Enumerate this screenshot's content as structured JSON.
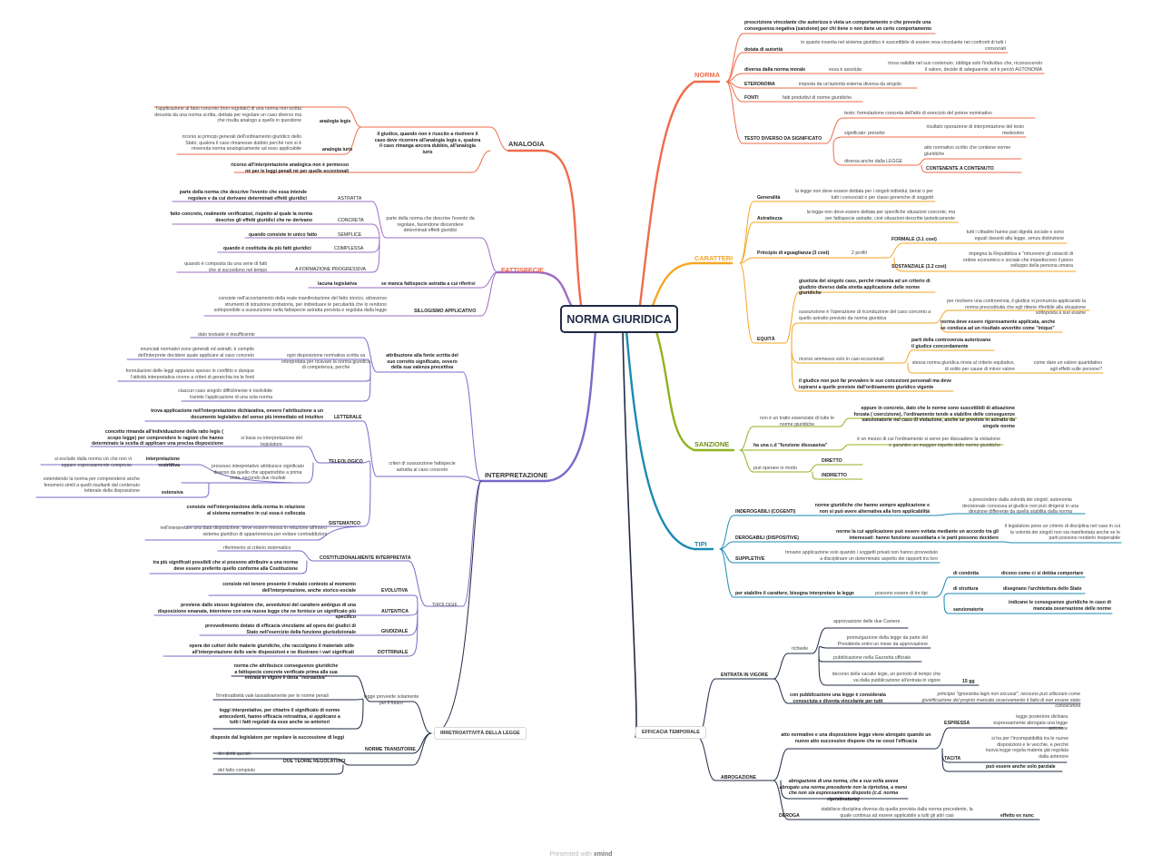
{
  "root": "NORMA GIURIDICA",
  "footer": {
    "prefix": "Presented with",
    "brand": "xmind"
  },
  "colors": {
    "norma": "#ef6b4a",
    "caratteri": "#f5a623",
    "sanzione": "#8fb31d",
    "tipi": "#1a8bb3",
    "efficacia": "#1f2a44",
    "analogia": "#ef6b4a",
    "fattispecie": "#9d6cc4",
    "interpretazione": "#7b68c8",
    "irretroattivita": "#1f2a44"
  },
  "norma": {
    "title": "NORMA",
    "def": "prescrizione vincolante che autorizza o vieta un comportamento o che prevede una conseguenza negativa (sanzione) per chi tiene o non tiene un certo comportamento",
    "autorita": "dotata di autorità",
    "autorita_desc": "in quanto inserita nel sistema giuridico è suscettibile di essere resa vincolante nei confronti di tutti i consociati",
    "morale": "diversa dalla norma morale",
    "assoluta": "essa è assoluta",
    "assoluta_desc": "trova validità nel suo contenuto, obbliga solo l'individuo che, riconoscendo il valore, decide di adeguarvisi, ed è perciò AUTONOMA",
    "eteronoma": "ETERONOMA",
    "eteronoma_desc": "imposta da un'autorità esterna diversa da singolo",
    "fonti": "FONTI",
    "fonti_desc": "fatti produttivi di norme giuridiche",
    "testo": "TESTO DIVERSO DA SIGNIFICATO",
    "testo1": "testo: formulazione concreta dell'atto di esercizio del potere nominativo",
    "significato": "significato: precetto",
    "significato_desc": "risultato operazione di interpretazione del testo medesimo",
    "legge": "diversa anche dalla LEGGE",
    "legge_desc": "atto normativo scritto che contiene norme giuridiche",
    "contenente": "CONTENENTE A CONTENUTO"
  },
  "caratteri": {
    "title": "CARATTERI",
    "generalita": "Generalità",
    "generalita_desc": "la legge non deve essere dettata per i singoli individui, bensì o per tutti i consociati o per classi generiche di soggetti",
    "astrattezza": "Astrattezza",
    "astrattezza_desc": "la legge non deve essere dettata per specifiche situazioni concrete, ma per fattispecie astratte, cioè situazioni descritte ipoteticamente",
    "eguaglianza": "Principio di eguaglianza (3 cost)",
    "profili": "2 profili",
    "formale": "FORMALE (3.1 cost)",
    "formale_desc": "tutti i cittadini hanno pari dignità sociale e sono eguali davanti alla legge, senza distinzione",
    "sostanziale": "SOSTANZIALE (3.2 cost)",
    "sostanziale_desc": "impegna la Repubblica a \"rimuovere gli ostacoli di ordine economico e sociale che impediscono il pieno sviluppo della persona umana",
    "equita": "EQUITÀ",
    "equita1": "giustizia del singolo caso, perché rimanda ad un criterio di giudizio diverso dalla stretta applicazione delle norme giuridiche",
    "equita2": "sussunzione è l'operazione di riconduzione del caso concreto a quello astratto previsto da norma giuridica",
    "equita2a": "per risolvere una controversia, il giudice si pronuncia applicando la norma precostituita che egli ritiene riferibile alla situazione sottoposta a suo esame",
    "equita2b": "norma deve essere rigorosamente applicata, anche se conduca ad un risultato avvertito come \"iniquo\"",
    "equita3": "ricorso ammesso solo in casi eccezionali",
    "equita3a": "parti della controversia autorizzano il giudice concordamente",
    "equita3b": "stessa norma giuridica rinvia al criterio equitativo, di solito per cause di minor valore",
    "equita3c": "come dare un valore quantitativo agli effetti sulle persone?",
    "equita4": "il giudice non può far prevalere le sue concezioni personali ma deve ispirarsi a quelle previste dall'ordinamento giuridico vigente"
  },
  "sanzione": {
    "title": "SANZIONE",
    "s1": "non è un tratto essenziale di tutte le norme giuridiche",
    "s1a": "eppure in concreto, dato che le norme sono suscettibili di attuazione forzata ( coercizione), l'ordinamento tende a stabilire delle conseguenze sanzionatorie nel caso di violazione, anche se previste in astratto da singole norme",
    "s2": "ha una c.d \"funzione dissuasiva\"",
    "s2a": "è un mezzo di cui l'ordinamento si serve per dissuadere la violazione e garantire un maggior rispetto delle norme giuridiche",
    "s3": "può operare in modo",
    "diretto": "DIRETTO",
    "indiretto": "INDIRETTO"
  },
  "tipi": {
    "title": "TIPI",
    "indero": "INDEROGABILI (COGENTI)",
    "indero_desc": "norme giuridiche che hanno sempre applicazione e non si può avere alternativa alla loro applicabilità",
    "indero_more": "a prescindere dalla volontà dei singoli; autonomia decisionale concessa al giudice non può dirigersi in una direzione differente da quella stabilita dalla norma",
    "dero": "DEROGABILI (DISPOSITIVE)",
    "dero_desc": "norme la cui applicazione può essere evitata mediante un accordo tra gli interessati: hanno funzione sussidiaria e le parti possono decidere",
    "dero_more": "il legislatore pone un criterio di disciplina nel caso in cui la volontà dei singoli non sia manifestata anche se le parti possono renderlo inoperabile",
    "supp": "SUPPLETIVE",
    "supp_desc": "trovano applicazione solo quando i soggetti privati non hanno provveduto a disciplinare un determinato aspetto dei rapporti tra loro",
    "carattere": "per stabilire il carattere, bisogna interpretare la legge",
    "trestipi": "possono essere di tre tipi",
    "condotta": "di condotta",
    "condotta_desc": "dicono come ci si debba comportare",
    "struttura": "di struttura",
    "struttura_desc": "disegnano l'architettura dello Stato",
    "sanzionatorie": "sanzionatorie",
    "sanzionatorie_desc": "indicano le conseguenze giuridiche in caso di mancata osservazione delle norme"
  },
  "efficacia": {
    "title": "EFFICACIA TEMPORALE",
    "entrata": "ENTRATA IN VIGORE",
    "richiede": "richiede",
    "r1": "approvazione delle due Camere",
    "r2": "promulgazione della legge da parte del Presidente entro un mese da approvazione",
    "r3": "pubblicazione nella Gazzetta ufficiale",
    "r4": "decorso della vacatio legis, un periodo di tempo che va dalla pubblicazione all'entrata in vigore",
    "r4a": "15 gg",
    "pubblicazione": "con pubblicazione una legge è considerata conosciuta e diventa vincolante per tutti",
    "ignorantia": "principio \"ignorantia legis non excusat\", nessuno può utilizzare come giustificazione del proprio mancato osservamento il fatto di non essere stato conoscenza",
    "abrogazione": "ABROGAZIONE",
    "ab1": "atto normativo e una disposizione legge viene abrogato quando un nuovo atto successivo dispone che ne cessi l'efficacia",
    "espressa": "ESPRESSA",
    "espressa_desc": "legge posteriore dichiara espressamente abrogata una legge anteriore",
    "tacita": "TACITA",
    "tacita_desc": "si ha per l'incompatibilità tra le nuove disposizioni e le vecchie, e perché nuova legge regola materia già regolata dalla anteriore",
    "parziale": "può essere anche solo parziale",
    "ab2": "abrogazione di una norma, che a sua volta aveva abrogato una norma precedente non la ripristina, a meno che non sia espressamente disposto (c.d. norma ripristinatoria)",
    "deroga": "DEROGA",
    "deroga_desc": "stabilisce disciplina diversa da quella prevista dalla norma precedente, la quale continua ad essere applicabile a tutti gli altri casi",
    "effetto": "effetto ex nunc"
  },
  "analogia": {
    "title": "ANALOGIA",
    "main": "il giudice, quando non è riuscito a risolvere il caso deve ricorrere all'analogia legis e, qualora il caso rimanga ancora dubbio, all'analogia iuris",
    "legis": "analogia legis",
    "legis_desc": "l'applicazione al fatto concreto (non regolato) di una norma non scritta desunta da una norma scritta, dettata per regolare un caso diverso ma che risulta analogo a quello in questione",
    "iuris": "analogia iuris",
    "iuris_desc": "ricorso ai principi generali dell'ordinamento giuridico dello Stato, qualora il caso rimanesse dubbio perché non si è rinvenuta norma analogicamente ad esso applicabile",
    "penali": "ricorso all'interpretazione analogica non è permesso né per le leggi penali né per quelle eccezionali"
  },
  "fattispecie": {
    "title": "FATTISPECIE",
    "main": "parte della norma che descrive l'evento da regolare, facendone discendere determinati effetti giuridici",
    "astratta": "ASTRATTA",
    "astratta_desc": "parte della norma che descrive l'evento che essa intende regolare e da cui derivano determinati effetti giuridici",
    "concreta": "CONCRETA",
    "concreta_desc": "fatto concreto, realmente verificatosi, rispetto al quale la norma descrive gli effetti giuridici che ne derivano",
    "semplice": "SEMPLICE",
    "semplice_desc": "quando consiste in unico fatto",
    "complessa": "COMPLESSA",
    "complessa_desc": "quando è costituita da più fatti giuridici",
    "progressiva": "A FORMAZIONE PROGRESSIVA",
    "progressiva_desc": "quando è composta da una serie di fatti che si succedono nel tempo",
    "lacuna": "lacuna legislativa",
    "lacuna_desc": "se manca fattispecie astratta a cui riferirsi",
    "sillogismo": "SILLOGISMO APPLICATIVO",
    "sillogismo_desc": "consiste nell'accertamento della reale manifestazione del fatto storico, attraverso strumenti di istruzione probatoria, per individuare le peculiarità che lo rendono sottoponibile a sussunzione nella fattispecie astratta prevista e regolata dalla legge"
  },
  "interpretazione": {
    "title": "INTERPRETAZIONE",
    "attribuzione": "attribuzione alla fonte scritta del suo corretto significato, ovvero della sua valenza precettiva",
    "ogni": "ogni disposizione normativa scritta va interpretata per ricavare la norma giuridica di competenza, perché",
    "o1": "dato testuale è insufficiente",
    "o2": "enunciati normativi sono generali ed astratti, è compito dell'interprete decidere quale applicare al caso concreto",
    "o3": "formulazioni delle leggi appaiono spesso in conflitto e dunque l'attività interpretativa ricorre a criteri di gerarchia tra le fonti",
    "o4": "ciascun caso singolo difficilmente è risolvibile tramite l'applicazione di una sola norma",
    "criteri": "criteri di sussunzione fattispecie astratta al caso concreto",
    "letterale": "LETTERALE",
    "letterale_desc": "trova applicazione nell'interpretazione dichiarativa, ovvero l'attribuzione a un documento legislativo del senso più immediato ed intuitivo",
    "teleologico": "TELEOLOGICO",
    "tel1": "si basa su interpretazione del legislatore",
    "tel1a": "concetto rimanda all'individuazione della ratio legis ( scopo legge) per comprendere le ragioni che hanno determinato la scelta di applicare una precisa disposizione",
    "tel2": "processo interpretativo attribuisce significato diverso da quello che apparirebbe a prima vista, secondo due risultati",
    "restrittiva": "interpretazione restrittiva",
    "restrittiva_desc": "si esclude dalla norma ciò che non vi appare espressamente compreso",
    "estensiva": "estensiva",
    "estensiva_desc": "estendendo la norma per comprendervi anche fenomeni simili a quelli risultanti dal contenuto letterale della disposizione",
    "sistematico": "SISTEMATICO",
    "sis1": "consiste nell'interpretazione della norma in relazione al sistema normativo in cui essa è collocata",
    "sis2": "nell'interpretare una data disposizione, deve essere messa in relazione all'intero sistema giuridico di appartenenza per evitare contraddizioni",
    "tipologie": "TIPOLOGIE",
    "cost": "COSTITUZIONALMENTE INTERPRETATA",
    "cost1": "riferimento al criterio sistematico",
    "cost2": "tra più significati possibili che si possono attribuire a una norma deve essere preferito quello conforme alla Costituzione",
    "evolutiva": "EVOLUTIVA",
    "evolutiva_desc": "consiste nel tenere presente il mutato contesto al momento dell'interpretazione, anche storico-sociale",
    "autentica": "AUTENTICA",
    "autentica_desc": "proviene dallo stesso legislatore che, avvedutosi del carattere ambiguo di una disposizione emanata, interviene con una nuova legge che ne fornisce un significato più specifico",
    "giudiziale": "GIUDIZIALE",
    "giudiziale_desc": "provvedimento dotato di efficacia vincolante ad opera dei giudici di Stato nell'esercizio della funzione giurisdizionale",
    "dottrinale": "DOTTRINALE",
    "dottrinale_desc": "opera dei cultori delle materie giuridiche, che raccolgono il materiale utile all'interpretazione delle varie disposizioni e ne illustrano i vari significati"
  },
  "irretro": {
    "title": "IRRETROATTIVITÀ DELLA LEGGE",
    "retroattiva": "norma che attribuisce conseguenze giuridiche a fattispecie concrete verificate prima alla sua entrata in vigore è detta \"retroattiva\"",
    "futuro": "legge provvede solamente per il futuro",
    "penali": "l'irretroattività vale tassativamente per le norme penali",
    "interpretative": "leggi interpretative, per chiarire il significato di norme antecedenti, hanno efficacia retroattiva, si applicano a tutti i fatti regolati da esse anche se anteriori",
    "transitorie": "NORME TRANSITORIE",
    "transitorie_desc": "disposte dal legislatore per regolare la successione di leggi",
    "teorie": "DUE TEORIE REGOLATRICI",
    "t1": "dei diritti quesiti",
    "t2": "del fatto compiuto"
  }
}
